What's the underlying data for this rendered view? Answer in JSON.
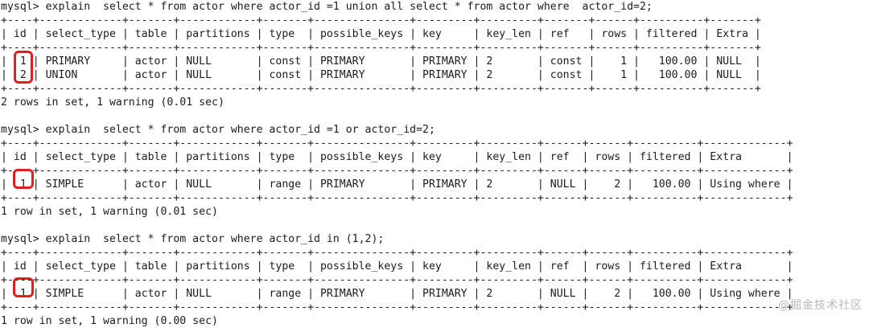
{
  "terminal": {
    "prompt": "mysql>",
    "font_color": "#1c1c1c",
    "background_color": "#ffffff",
    "highlight_color": "#e02020",
    "lines": [
      "mysql> explain  select * from actor where actor_id =1 union all select * from actor where  actor_id=2;",
      "+----+-------------+-------+------------+-------+---------------+---------+---------+-------+------+----------+-------+",
      "| id | select_type | table | partitions | type  | possible_keys | key     | key_len | ref   | rows | filtered | Extra |",
      "+----+-------------+-------+------------+-------+---------------+---------+---------+-------+------+----------+-------+",
      "|  1 | PRIMARY     | actor | NULL       | const | PRIMARY       | PRIMARY | 2       | const |    1 |   100.00 | NULL  |",
      "|  2 | UNION       | actor | NULL       | const | PRIMARY       | PRIMARY | 2       | const |    1 |   100.00 | NULL  |",
      "+----+-------------+-------+------------+-------+---------------+---------+---------+-------+------+----------+-------+",
      "2 rows in set, 1 warning (0.01 sec)",
      "",
      "mysql> explain  select * from actor where actor_id =1 or actor_id=2;",
      "+----+-------------+-------+------------+-------+---------------+---------+---------+------+------+----------+-------------+",
      "| id | select_type | table | partitions | type  | possible_keys | key     | key_len | ref  | rows | filtered | Extra       |",
      "+----+-------------+-------+------------+-------+---------------+---------+---------+------+------+----------+-------------+",
      "|  1 | SIMPLE      | actor | NULL       | range | PRIMARY       | PRIMARY | 2       | NULL |    2 |   100.00 | Using where |",
      "+----+-------------+-------+------------+-------+---------------+---------+---------+------+------+----------+-------------+",
      "1 row in set, 1 warning (0.01 sec)",
      "",
      "mysql> explain  select * from actor where actor_id in (1,2);",
      "+----+-------------+-------+------------+-------+---------------+---------+---------+------+------+----------+-------------+",
      "| id | select_type | table | partitions | type  | possible_keys | key     | key_len | ref  | rows | filtered | Extra       |",
      "+----+-------------+-------+------------+-------+---------------+---------+---------+------+------+----------+-------------+",
      "|  1 | SIMPLE      | actor | NULL       | range | PRIMARY       | PRIMARY | 2       | NULL |    2 |   100.00 | Using where |",
      "+----+-------------+-------+------------+-------+---------------+---------+---------+------+------+----------+-------------+",
      "1 row in set, 1 warning (0.00 sec)"
    ],
    "queries": [
      {
        "sql": "explain  select * from actor where actor_id =1 union all select * from actor where  actor_id=2;",
        "columns": [
          "id",
          "select_type",
          "table",
          "partitions",
          "type",
          "possible_keys",
          "key",
          "key_len",
          "ref",
          "rows",
          "filtered",
          "Extra"
        ],
        "rows": [
          [
            "1",
            "PRIMARY",
            "actor",
            "NULL",
            "const",
            "PRIMARY",
            "PRIMARY",
            "2",
            "const",
            "1",
            "100.00",
            "NULL"
          ],
          [
            "2",
            "UNION",
            "actor",
            "NULL",
            "const",
            "PRIMARY",
            "PRIMARY",
            "2",
            "const",
            "1",
            "100.00",
            "NULL"
          ]
        ],
        "status": "2 rows in set, 1 warning (0.01 sec)"
      },
      {
        "sql": "explain  select * from actor where actor_id =1 or actor_id=2;",
        "columns": [
          "id",
          "select_type",
          "table",
          "partitions",
          "type",
          "possible_keys",
          "key",
          "key_len",
          "ref",
          "rows",
          "filtered",
          "Extra"
        ],
        "rows": [
          [
            "1",
            "SIMPLE",
            "actor",
            "NULL",
            "range",
            "PRIMARY",
            "PRIMARY",
            "2",
            "NULL",
            "2",
            "100.00",
            "Using where"
          ]
        ],
        "status": "1 row in set, 1 warning (0.01 sec)"
      },
      {
        "sql": "explain  select * from actor where actor_id in (1,2);",
        "columns": [
          "id",
          "select_type",
          "table",
          "partitions",
          "type",
          "possible_keys",
          "key",
          "key_len",
          "ref",
          "rows",
          "filtered",
          "Extra"
        ],
        "rows": [
          [
            "1",
            "SIMPLE",
            "actor",
            "NULL",
            "range",
            "PRIMARY",
            "PRIMARY",
            "2",
            "NULL",
            "2",
            "100.00",
            "Using where"
          ]
        ],
        "status": "1 row in set, 1 warning (0.00 sec)"
      }
    ],
    "annotations": [
      {
        "target": "id-column-rows-1-2",
        "note": "1 and 2"
      },
      {
        "target": "id-column-row-1",
        "note": "1"
      },
      {
        "target": "id-column-row-1",
        "note": "1"
      }
    ]
  },
  "watermark": {
    "text": "@掘金技术社区"
  }
}
